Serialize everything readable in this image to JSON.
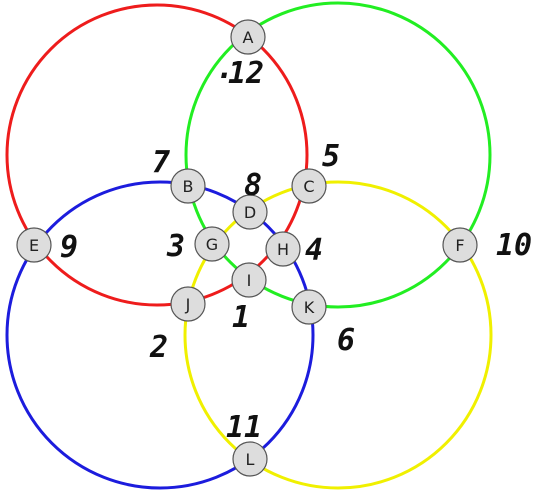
{
  "colors": {
    "red": "#ee1c1c",
    "green": "#22ee22",
    "blue": "#1c1cdd",
    "yellow": "#f0f000",
    "node_fill": "#dddddd",
    "node_stroke": "#555555"
  },
  "circles": [
    {
      "name": "red",
      "color_key": "red"
    },
    {
      "name": "green",
      "color_key": "green"
    },
    {
      "name": "blue",
      "color_key": "blue"
    },
    {
      "name": "yellow",
      "color_key": "yellow"
    }
  ],
  "nodes": [
    {
      "id": "A",
      "label": "A",
      "number": "12"
    },
    {
      "id": "B",
      "label": "B",
      "number": "7"
    },
    {
      "id": "C",
      "label": "C",
      "number": "5"
    },
    {
      "id": "D",
      "label": "D",
      "number": "8"
    },
    {
      "id": "E",
      "label": "E",
      "number": "9"
    },
    {
      "id": "F",
      "label": "F",
      "number": "10"
    },
    {
      "id": "G",
      "label": "G",
      "number": "3"
    },
    {
      "id": "H",
      "label": "H",
      "number": "4"
    },
    {
      "id": "I",
      "label": "I",
      "number": "1"
    },
    {
      "id": "J",
      "label": "J",
      "number": "2"
    },
    {
      "id": "K",
      "label": "K",
      "number": "6"
    },
    {
      "id": "L",
      "label": "L",
      "number": "11"
    }
  ],
  "stray_mark": "."
}
